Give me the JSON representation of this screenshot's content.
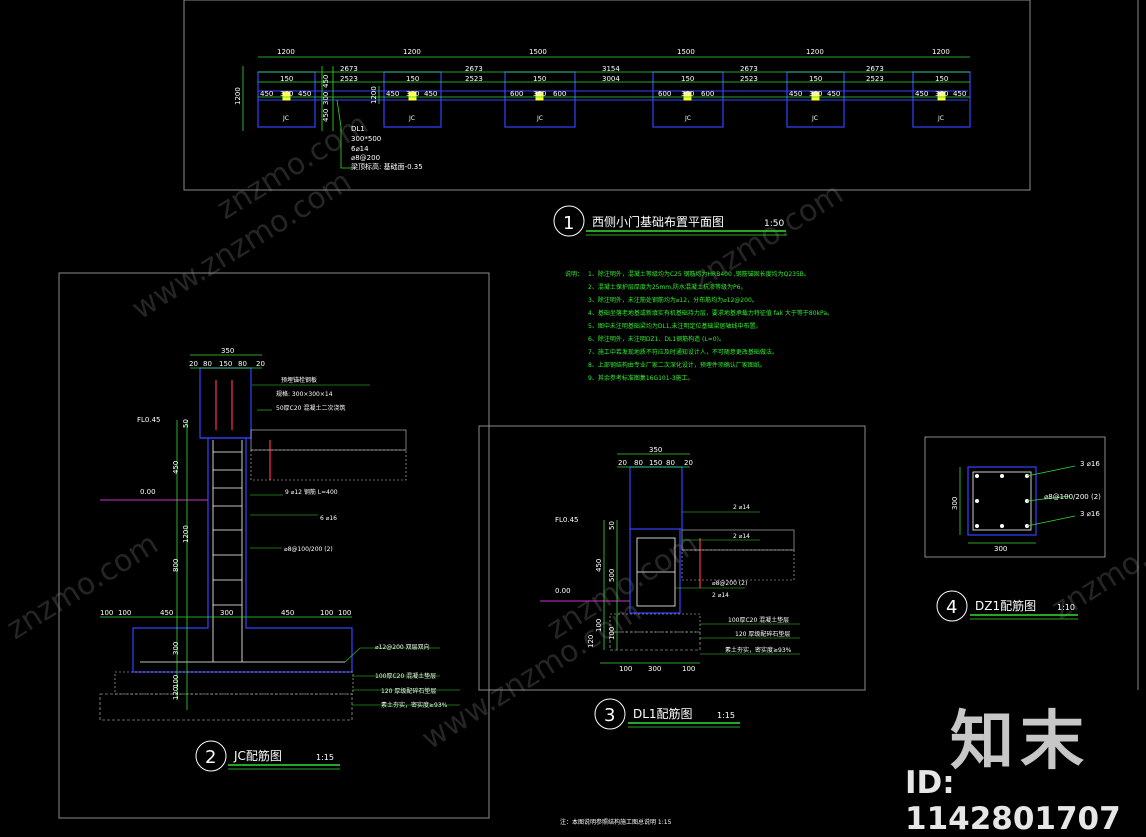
{
  "colors": {
    "background": "#000000",
    "frame": "#8a8a8a",
    "dimension": "#33dd33",
    "text": "#ffffff",
    "concrete": "#3344ff",
    "rebar": "#ff3344",
    "notes": "#33ee33",
    "cyan": "#22cccc",
    "magenta": "#cc33cc"
  },
  "plan": {
    "widths": [
      "1200",
      "1500",
      "1500",
      "1200",
      "1200"
    ],
    "spans_top": [
      "2673",
      "3154",
      "2673",
      "2673"
    ],
    "spans_mid": [
      "2523",
      "3004",
      "2523",
      "2523"
    ],
    "beam_center": "150",
    "sub_450_300": [
      "450",
      "300",
      "450"
    ],
    "sub_600_300": [
      "600",
      "300",
      "600"
    ],
    "jc_label": "JC",
    "left_dims": [
      "1200",
      "450",
      "300",
      "450"
    ],
    "left_dim_1200": "1200",
    "callouts": [
      "DL1",
      "300*500",
      "6⌀14",
      "⌀8@200",
      "梁顶标高: 基础面-0.35"
    ]
  },
  "title1": {
    "num": "1",
    "text": "西侧小门基础布置平面图",
    "scale": "1:50"
  },
  "notes": {
    "heading": "说明：",
    "items": [
      "1、除注明外，混凝土等级均为C25 钢筋均为HRB400 ,钢筋锚固长度均为Q235B。",
      "2、混凝土保护层厚度为25mm,防水混凝土抗渗等级为P6。",
      "3、除注明外，未注筋处钢筋均为⌀12，分布筋均为⌀12@200。",
      "4、基础坐落老地基或新填实有机基础持力层，要求地基承载力特征值 fak 大于等于80kPa。",
      "5、图中未注明基础梁均为DL1,未注明定位基础梁居轴线中布置。",
      "6、除注明外，未注明DZ1、DL1钢筋构造 (L=0)。",
      "7、施工中若发现地质不符应及时通知设计人，不可随意更改基础做法。",
      "8、上部钢结构由专业厂家二次深化设计，预埋件须确认厂家图纸。",
      "9、其余参考标准图集16G101-3施工。"
    ]
  },
  "jc": {
    "top_width": "350",
    "top_sub": [
      "20",
      "80",
      "150",
      "80",
      "20"
    ],
    "level_fl": "FL0.45",
    "level_0": "0.00",
    "left_dims": [
      "50",
      "450",
      "1200",
      "800",
      "300",
      "120",
      "100"
    ],
    "anchor_label": "预埋锚栓钢板",
    "plate_label": "规格: 300×300×14",
    "c20_label": "50厚C20 混凝土二次浇筑",
    "stirrup_label": "9 ⌀12 钢筋 L=400",
    "bars6": "6 ⌀16",
    "stirrups": "⌀8@100/200 (2)",
    "bottom_dims": [
      "100",
      "100",
      "450",
      "300",
      "450",
      "100",
      "100"
    ],
    "mesh_label": "⌀12@200 双层双向",
    "c20_pad": "100厚C20 混凝土垫层",
    "gravel": "120 厚级配碎石垫层",
    "soil": "素土夯实，密实度≥93%"
  },
  "title2": {
    "num": "2",
    "text": "JC配筋图",
    "scale": "1:15"
  },
  "dl1": {
    "top_width": "350",
    "top_sub": [
      "20",
      "80",
      "150",
      "80",
      "20"
    ],
    "level_fl": "FL0.45",
    "level_0": "0.00",
    "left_dims": [
      "50",
      "450",
      "500",
      "120",
      "100",
      "100"
    ],
    "bars_top": "2 ⌀14",
    "bars_mid": "2 ⌀14",
    "stirrups": "⌀8@200 (2)",
    "bars_bot": "2 ⌀14",
    "bottom_dims": [
      "100",
      "300",
      "100"
    ],
    "c20_pad": "100厚C20 混凝土垫层",
    "gravel": "120 厚级配碎石垫层",
    "soil": "素土夯实，密实度≥93%"
  },
  "title3": {
    "num": "3",
    "text": "DL1配筋图",
    "scale": "1:15"
  },
  "dz1": {
    "top_bars": "3 ⌀16",
    "stirrups": "⌀8@100/200 (2)",
    "bot_bars": "3 ⌀16",
    "height": "300",
    "width": "300"
  },
  "title4": {
    "num": "4",
    "text": "DZ1配筋图",
    "scale": "1:10"
  },
  "bottom_stub": "注：本图说明参照结构施工图总说明 1:15",
  "watermark": {
    "logo": "知末",
    "id": "ID: 1142801707",
    "text": "znzmo.com",
    "site": "www.znzmo.com"
  }
}
